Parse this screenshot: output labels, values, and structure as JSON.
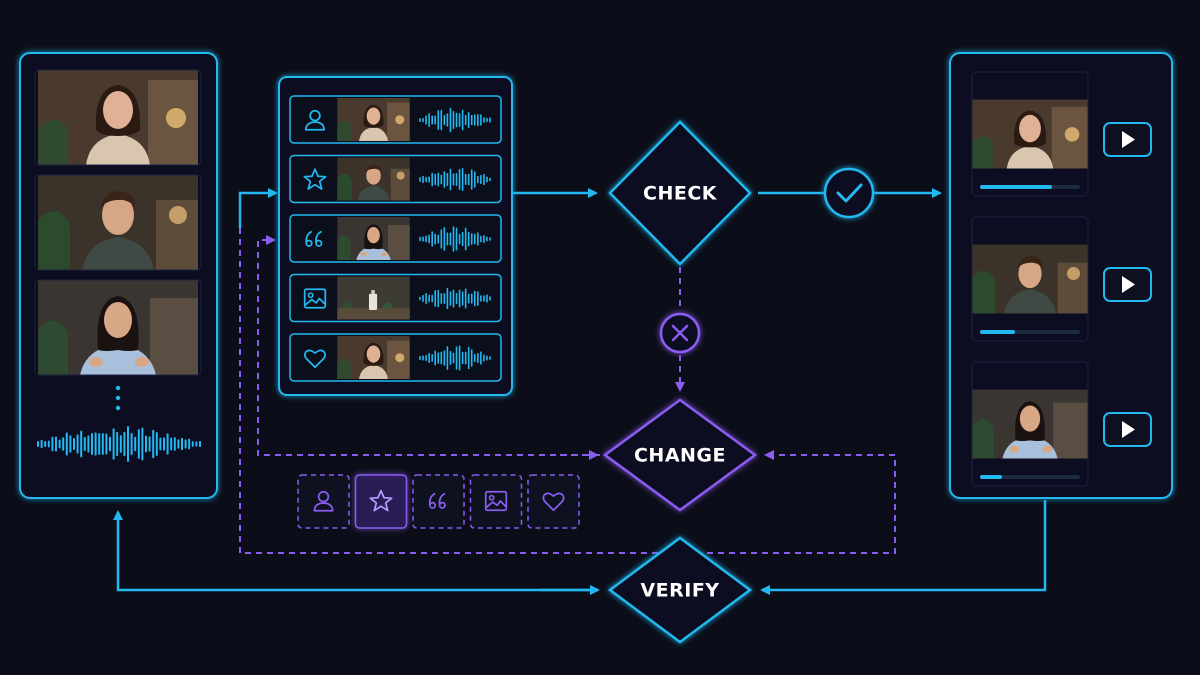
{
  "colors": {
    "background": "#0b0d18",
    "accent_cyan": "#22b8f0",
    "accent_purple": "#8a5cf0",
    "glow_cyan": "#1e9fe0",
    "frame_dark": "#0f1322"
  },
  "source_panel": {
    "frames": [
      {
        "subject": "woman-smiling-portrait"
      },
      {
        "subject": "man-talking-portrait"
      },
      {
        "subject": "woman-gesturing-portrait"
      }
    ],
    "more_indicator": "vertical-ellipsis",
    "waveform_icon": "audio-waveform-icon"
  },
  "clips_panel": {
    "rows": [
      {
        "icon": "person-icon",
        "subject": "woman-smiling-portrait"
      },
      {
        "icon": "star-icon",
        "subject": "man-talking-portrait"
      },
      {
        "icon": "quote-icon",
        "subject": "woman-gesturing-portrait"
      },
      {
        "icon": "image-icon",
        "subject": "product-still-life"
      },
      {
        "icon": "heart-icon",
        "subject": "woman-smiling-portrait"
      }
    ]
  },
  "nodes": {
    "check": "CHECK",
    "change": "CHANGE",
    "verify": "VERIFY"
  },
  "markers": {
    "pass": "check-circle-icon",
    "fail": "x-circle-icon"
  },
  "options_row": {
    "icons": [
      "person-icon",
      "star-icon",
      "quote-icon",
      "image-icon",
      "heart-icon"
    ],
    "selected": "star-icon"
  },
  "output_panel": {
    "items": [
      {
        "subject": "woman-smiling-portrait",
        "progress": 0.72
      },
      {
        "subject": "man-talking-portrait",
        "progress": 0.35
      },
      {
        "subject": "woman-gesturing-portrait",
        "progress": 0.22
      }
    ],
    "play_icon": "play-button-icon"
  }
}
